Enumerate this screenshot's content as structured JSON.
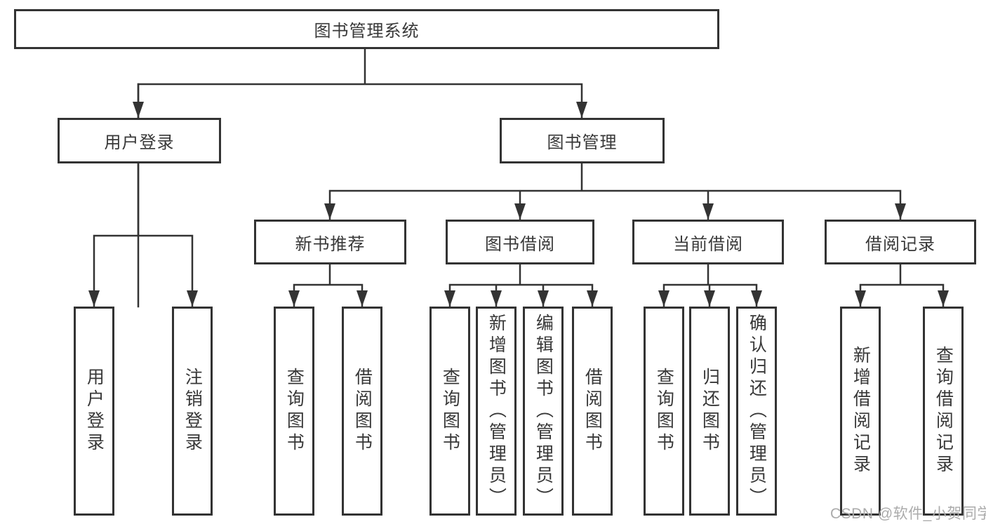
{
  "diagram_title": "图书管理系统",
  "tree": {
    "label": "图书管理系统",
    "children": [
      {
        "label": "用户登录",
        "children": [
          {
            "label": "用户登录"
          },
          {
            "label": "注销登录"
          }
        ]
      },
      {
        "label": "图书管理",
        "children": [
          {
            "label": "新书推荐",
            "children": [
              {
                "label": "查询图书"
              },
              {
                "label": "借阅图书"
              }
            ]
          },
          {
            "label": "图书借阅",
            "children": [
              {
                "label": "查询图书"
              },
              {
                "label": "新增图书（管理员）"
              },
              {
                "label": "编辑图书（管理员）"
              },
              {
                "label": "借阅图书"
              }
            ]
          },
          {
            "label": "当前借阅",
            "children": [
              {
                "label": "查询图书"
              },
              {
                "label": "归还图书"
              },
              {
                "label": "确认归还（管理员）"
              }
            ]
          },
          {
            "label": "借阅记录",
            "children": [
              {
                "label": "新增借阅记录"
              },
              {
                "label": "查询借阅记录"
              }
            ]
          }
        ]
      }
    ]
  },
  "watermark": "CSDN @软件_小贺同学",
  "colors": {
    "line": "#333333",
    "text": "#383838",
    "background": "#ffffff",
    "watermark": "#ababab"
  }
}
